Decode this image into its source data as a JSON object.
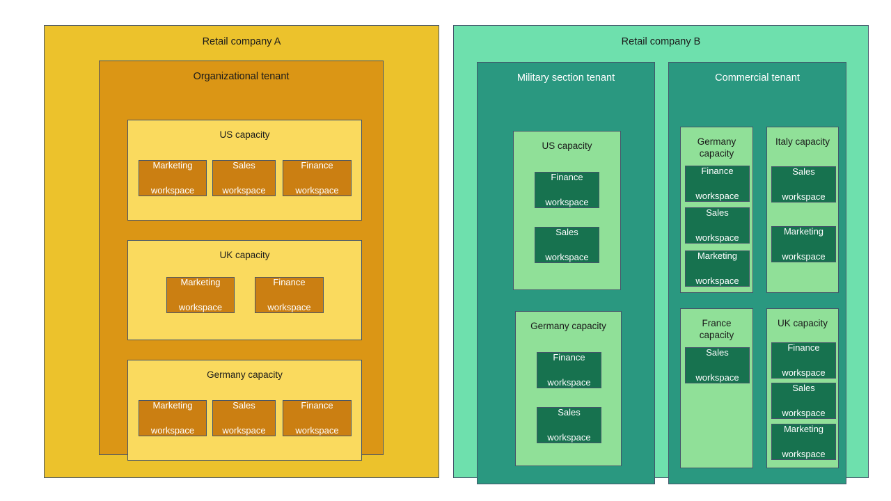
{
  "diagram": {
    "title_level": "company",
    "colors": {
      "company_a_fill": "#ecc22c",
      "tenant_a_fill": "#db9615",
      "capacity_a_fill": "#fada5e",
      "workspace_a_fill": "#cb7f12",
      "company_b_fill": "#6ee0ad",
      "tenant_b_fill": "#2a9880",
      "capacity_b_fill": "#90e098",
      "workspace_b_fill": "#17724f",
      "border": "#44546a",
      "text_dark": "#1a1a1a",
      "text_light": "#ffffff"
    }
  },
  "companies": [
    {
      "id": "company-a",
      "label": "Retail company A",
      "tenants": [
        {
          "id": "organizational-tenant",
          "label": "Organizational tenant",
          "capacities": [
            {
              "id": "us-capacity",
              "label": "US capacity",
              "workspaces": [
                {
                  "id": "marketing-workspace",
                  "line1": "Marketing",
                  "line2": "workspace"
                },
                {
                  "id": "sales-workspace",
                  "line1": "Sales",
                  "line2": "workspace"
                },
                {
                  "id": "finance-workspace",
                  "line1": "Finance",
                  "line2": "workspace"
                }
              ]
            },
            {
              "id": "uk-capacity",
              "label": "UK capacity",
              "workspaces": [
                {
                  "id": "marketing-workspace",
                  "line1": "Marketing",
                  "line2": "workspace"
                },
                {
                  "id": "finance-workspace",
                  "line1": "Finance",
                  "line2": "workspace"
                }
              ]
            },
            {
              "id": "germany-capacity",
              "label": "Germany capacity",
              "workspaces": [
                {
                  "id": "marketing-workspace",
                  "line1": "Marketing",
                  "line2": "workspace"
                },
                {
                  "id": "sales-workspace",
                  "line1": "Sales",
                  "line2": "workspace"
                },
                {
                  "id": "finance-workspace",
                  "line1": "Finance",
                  "line2": "workspace"
                }
              ]
            }
          ]
        }
      ]
    },
    {
      "id": "company-b",
      "label": "Retail company B",
      "tenants": [
        {
          "id": "military-section-tenant",
          "label": "Military section tenant",
          "capacities": [
            {
              "id": "us-capacity",
              "label": "US capacity",
              "workspaces": [
                {
                  "id": "finance-workspace",
                  "line1": "Finance",
                  "line2": "workspace"
                },
                {
                  "id": "sales-workspace",
                  "line1": "Sales",
                  "line2": "workspace"
                }
              ]
            },
            {
              "id": "germany-capacity",
              "label": "Germany capacity",
              "workspaces": [
                {
                  "id": "finance-workspace",
                  "line1": "Finance",
                  "line2": "workspace"
                },
                {
                  "id": "sales-workspace",
                  "line1": "Sales",
                  "line2": "workspace"
                }
              ]
            }
          ]
        },
        {
          "id": "commercial-tenant",
          "label": "Commercial tenant",
          "capacities": [
            {
              "id": "germany-capacity",
              "label": "Germany capacity",
              "workspaces": [
                {
                  "id": "finance-workspace",
                  "line1": "Finance",
                  "line2": "workspace"
                },
                {
                  "id": "sales-workspace",
                  "line1": "Sales",
                  "line2": "workspace"
                },
                {
                  "id": "marketing-workspace",
                  "line1": "Marketing",
                  "line2": "workspace"
                }
              ]
            },
            {
              "id": "italy-capacity",
              "label": "Italy capacity",
              "workspaces": [
                {
                  "id": "sales-workspace",
                  "line1": "Sales",
                  "line2": "workspace"
                },
                {
                  "id": "marketing-workspace",
                  "line1": "Marketing",
                  "line2": "workspace"
                }
              ]
            },
            {
              "id": "france-capacity",
              "label": "France capacity",
              "workspaces": [
                {
                  "id": "sales-workspace",
                  "line1": "Sales",
                  "line2": "workspace"
                }
              ]
            },
            {
              "id": "uk-capacity",
              "label": "UK capacity",
              "workspaces": [
                {
                  "id": "finance-workspace",
                  "line1": "Finance",
                  "line2": "workspace"
                },
                {
                  "id": "sales-workspace",
                  "line1": "Sales",
                  "line2": "workspace"
                },
                {
                  "id": "marketing-workspace",
                  "line1": "Marketing",
                  "line2": "workspace"
                }
              ]
            }
          ]
        }
      ]
    }
  ]
}
